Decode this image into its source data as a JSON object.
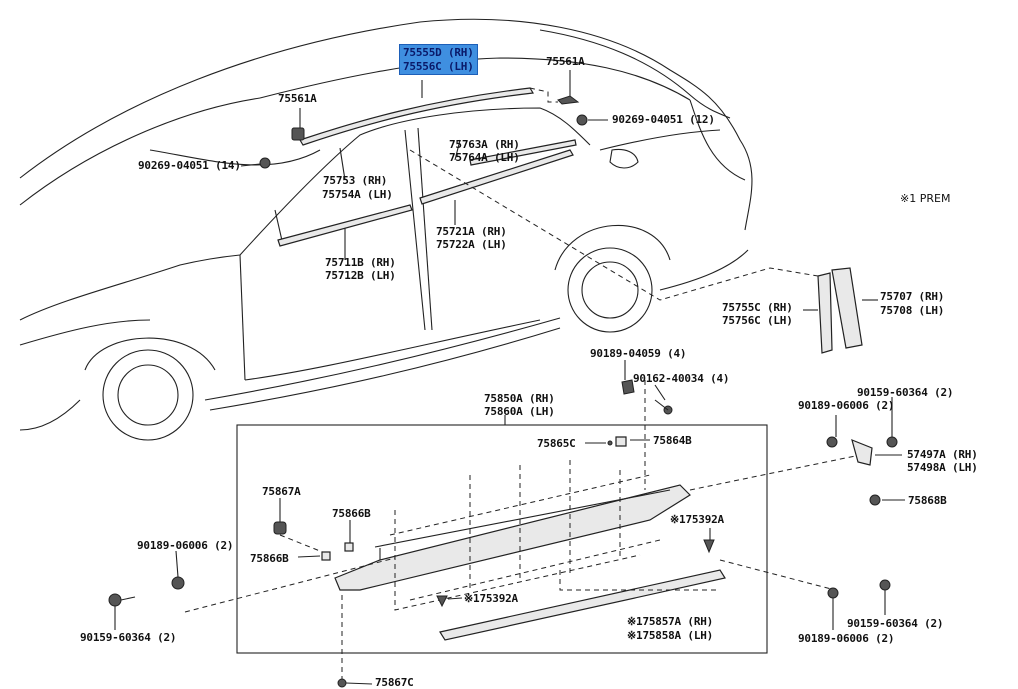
{
  "diagram": {
    "note": "※1 PREM",
    "labels": {
      "p75555d": "75555D (RH)",
      "p75556c": "75556C (LH)",
      "p75561a_left": "75561A",
      "p75561a_right": "75561A",
      "p90269_12": "90269-04051 (12)",
      "p90269_14": "90269-04051 (14)",
      "p75763a": "75763A (RH)",
      "p75764a": "75764A (LH)",
      "p75753": "75753 (RH)",
      "p75754a": "75754A (LH)",
      "p75721a": "75721A (RH)",
      "p75722a": "75722A (LH)",
      "p75711b": "75711B (RH)",
      "p75712b": "75712B (LH)",
      "p75755c": "75755C (RH)",
      "p75756c": "75756C (LH)",
      "p75707": "75707 (RH)",
      "p75708": "75708 (LH)",
      "p90189_04059": "90189-04059 (4)",
      "p90162_40034": "90162-40034 (4)",
      "p75850a": "75850A (RH)",
      "p75860a": "75860A (LH)",
      "p75865c": "75865C",
      "p75864b": "75864B",
      "p90159_top": "90159-60364 (2)",
      "p90189_06006_top": "90189-06006 (2)",
      "p57497a": "57497A (RH)",
      "p57498a": "57498A (LH)",
      "p75868b": "75868B",
      "p75867a": "75867A",
      "p75866b_upper": "75866B",
      "p75866b_lower": "75866B",
      "p175392a_right": "※175392A",
      "p175392a_left": "※175392A",
      "p90189_06006_left": "90189-06006 (2)",
      "p90159_left": "90159-60364 (2)",
      "p175857a": "※175857A (RH)",
      "p175858a": "※175858A (LH)",
      "p90159_right": "90159-60364 (2)",
      "p90189_06006_right": "90189-06006 (2)",
      "p75867c": "75867C"
    }
  }
}
